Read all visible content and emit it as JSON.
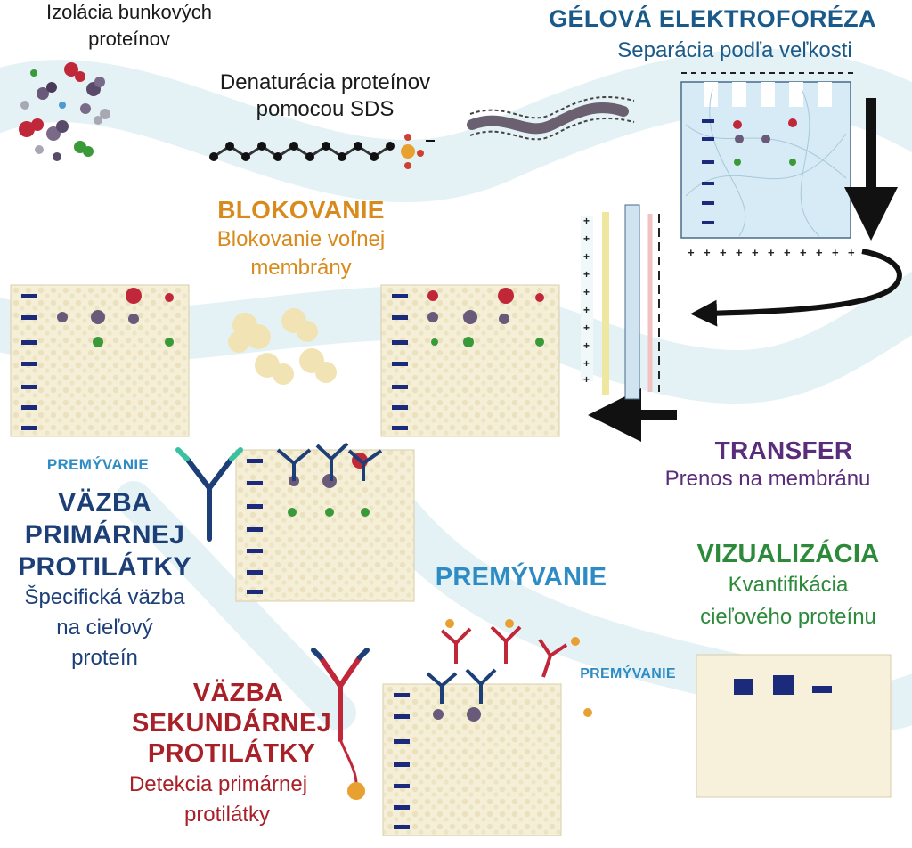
{
  "colors": {
    "black": "#1a1a1a",
    "navy": "#1d3f78",
    "gel_blue": "#1a5a8a",
    "orange": "#d98a1c",
    "purple": "#5a2d7a",
    "teal": "#2e8cc4",
    "green": "#2c8a3a",
    "red": "#a82028",
    "membrane": "#f3ecd7",
    "band_navy": "#1b2a7a",
    "flow": "#e6f3f6"
  },
  "steps": {
    "isolation": {
      "line1": "Izolácia bunkových",
      "line2": "proteínov"
    },
    "denaturation": {
      "line1": "Denaturácia proteínov",
      "line2": "pomocou SDS"
    },
    "electrophoresis": {
      "title": "GÉLOVÁ ELEKTROFORÉZA",
      "subtitle": "Separácia podľa veľkosti"
    },
    "blocking": {
      "title": "BLOKOVANIE",
      "line1": "Blokovanie voľnej",
      "line2": "membrány"
    },
    "transfer": {
      "title": "TRANSFER",
      "subtitle": "Prenos na membránu"
    },
    "primary": {
      "wash_label": "PREMÝVANIE",
      "title_line1": "VÄZBA",
      "title_line2": "PRIMÁRNEJ",
      "title_line3": "PROTILÁTKY",
      "desc_line1": "Špecifická väzba",
      "desc_line2": "na cieľový",
      "desc_line3": "proteín"
    },
    "wash_middle": "PREMÝVANIE",
    "visualization": {
      "title": "VIZUALIZÁCIA",
      "line1": "Kvantifikácia",
      "line2": "cieľového proteínu"
    },
    "secondary": {
      "wash_label": "PREMÝVANIE",
      "title_line1": "VÄZBA",
      "title_line2": "SEKUNDÁRNEJ",
      "title_line3": "PROTILÁTKY",
      "desc_line1": "Detekcia primárnej",
      "desc_line2": "protilátky"
    }
  },
  "icons": [
    "protein-cluster-icon",
    "sds-molecule-icon",
    "gel-icon",
    "transfer-stack-icon",
    "arrow-icon",
    "membrane-icon",
    "blocking-protein-icon",
    "primary-antibody-icon",
    "secondary-antibody-icon"
  ]
}
